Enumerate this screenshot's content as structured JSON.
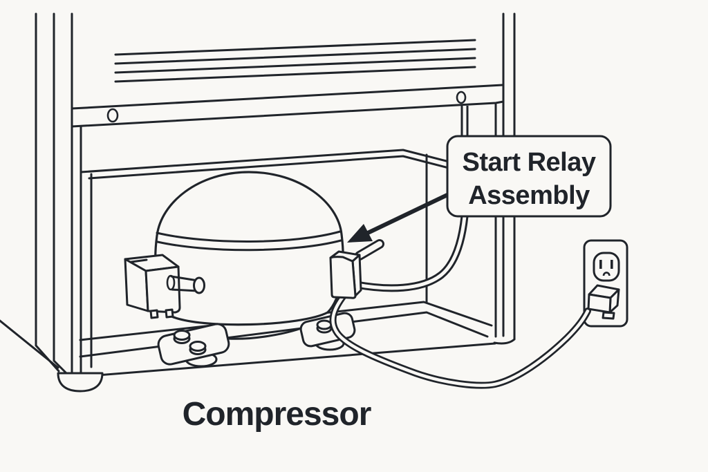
{
  "figure": {
    "type": "technical-illustration",
    "subject": "refrigerator compressor compartment",
    "colors": {
      "background": "#f9f8f5",
      "ink": "#20242a"
    },
    "callout": {
      "line1": "Start Relay",
      "line2": "Assembly"
    },
    "caption": "Compressor"
  }
}
